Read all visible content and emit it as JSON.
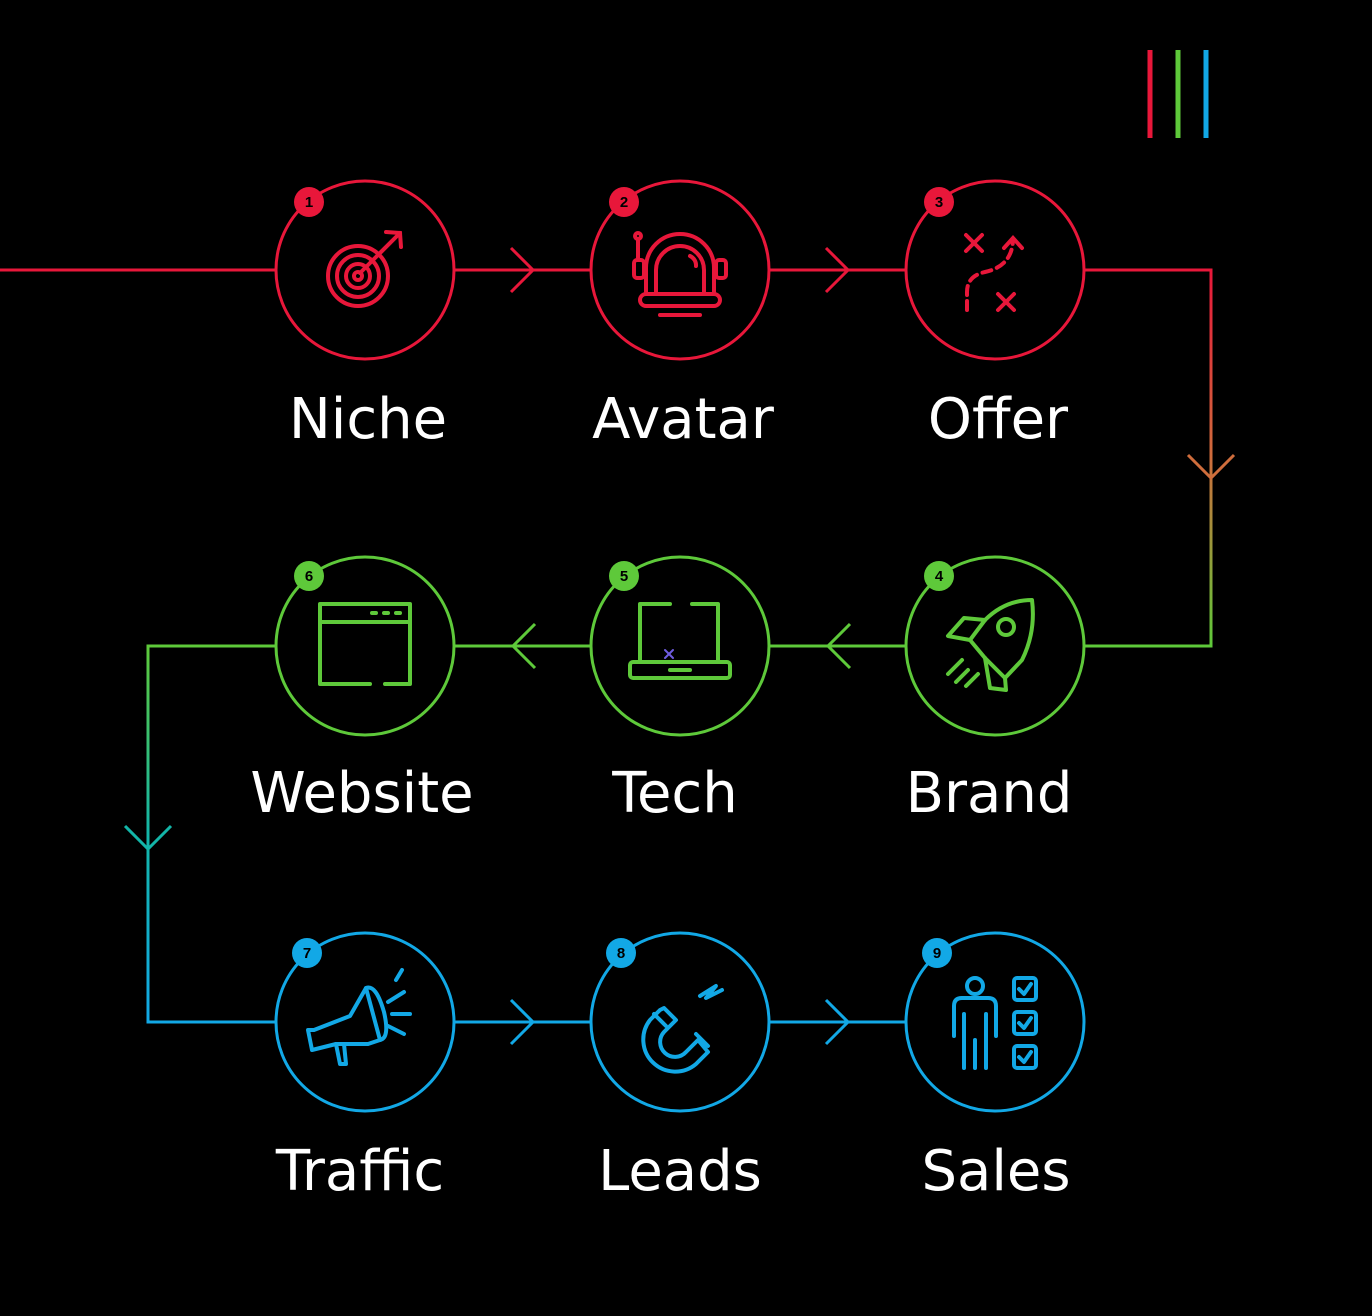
{
  "colors": {
    "red": "#e8173a",
    "green": "#5ec93a",
    "blue": "#12a8e6",
    "orange": "#cf6d3c",
    "teal": "#13b5a8",
    "background": "#000000"
  },
  "logo": {
    "icon": "three-bars-logo-icon"
  },
  "steps": [
    {
      "number": "1",
      "label": "Niche",
      "icon": "target-arrow-icon",
      "color": "red"
    },
    {
      "number": "2",
      "label": "Avatar",
      "icon": "astronaut-helmet-icon",
      "color": "red"
    },
    {
      "number": "3",
      "label": "Offer",
      "icon": "strategy-play-icon",
      "color": "red"
    },
    {
      "number": "4",
      "label": "Brand",
      "icon": "rocket-icon",
      "color": "green"
    },
    {
      "number": "5",
      "label": "Tech",
      "icon": "laptop-icon",
      "color": "green"
    },
    {
      "number": "6",
      "label": "Website",
      "icon": "browser-window-icon",
      "color": "green"
    },
    {
      "number": "7",
      "label": "Traffic",
      "icon": "megaphone-icon",
      "color": "blue"
    },
    {
      "number": "8",
      "label": "Leads",
      "icon": "magnet-icon",
      "color": "blue"
    },
    {
      "number": "9",
      "label": "Sales",
      "icon": "person-checklist-icon",
      "color": "blue"
    }
  ]
}
